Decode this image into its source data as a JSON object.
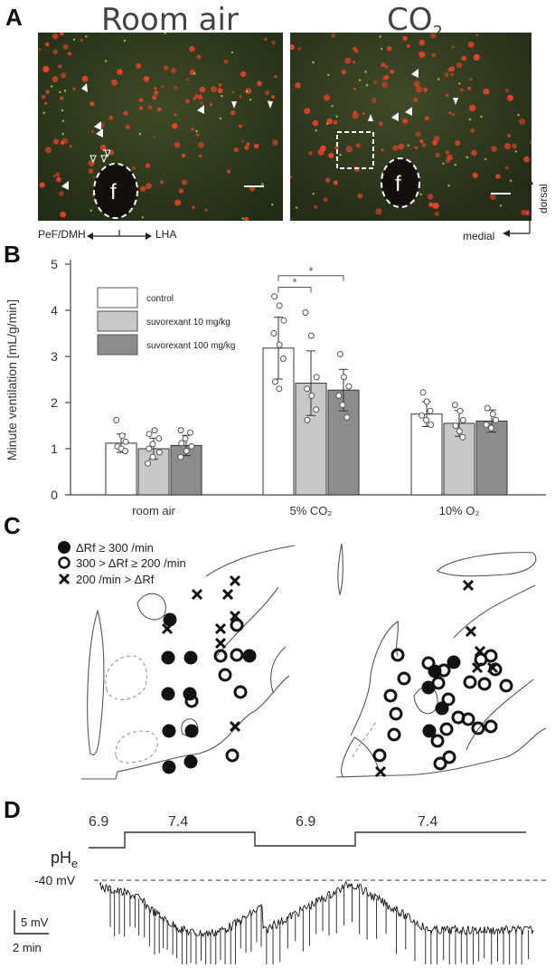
{
  "panels": {
    "a": {
      "letter": "A",
      "left_title": "Room air",
      "right_title_main": "CO",
      "right_title_sub": "2",
      "fornix_label": "f",
      "axis_left": "PeF/DMH",
      "axis_right": "LHA",
      "axis_medial": "medial",
      "axis_dorsal": "dorsal"
    },
    "b": {
      "letter": "B",
      "legend": [
        "control",
        "suvorexant 10 mg/kg",
        "suvorexant 100 mg/kg"
      ]
    },
    "c": {
      "letter": "C",
      "legend": [
        "ΔRf ≥ 300 /min",
        "300 > ΔRf ≥ 200 /min",
        "200 /min > ΔRf"
      ]
    },
    "d": {
      "letter": "D",
      "ph_label_main": "pH",
      "ph_label_sub": "e",
      "ph_values": [
        "6.9",
        "7.4",
        "6.9",
        "7.4"
      ],
      "voltage_label": "-40 mV",
      "scale_v": "5 mV",
      "scale_t": "2 min"
    }
  },
  "colors": {
    "control": "#ffffff",
    "suvorexant_10": "#c8c8c8",
    "suvorexant_100": "#8c8c8c",
    "neuron_red": "#e8412a",
    "tissue_green": "#2f3d1f"
  },
  "chart_data": {
    "type": "bar",
    "ylabel": "Minute ventilation [mL/g/min]",
    "ylim": [
      0,
      5
    ],
    "yticks": [
      "0",
      "1",
      "2",
      "3",
      "4",
      "5"
    ],
    "categories": [
      "room air",
      "5% CO₂",
      "10% O₂"
    ],
    "series": [
      {
        "name": "control",
        "values": [
          1.12,
          3.18,
          1.75
        ],
        "errors": [
          0.2,
          0.67,
          0.27
        ]
      },
      {
        "name": "suvorexant 10 mg/kg",
        "values": [
          1.0,
          2.42,
          1.55
        ],
        "errors": [
          0.23,
          0.7,
          0.28
        ]
      },
      {
        "name": "suvorexant 100 mg/kg",
        "values": [
          1.07,
          2.27,
          1.6
        ],
        "errors": [
          0.22,
          0.45,
          0.24
        ]
      }
    ],
    "points": [
      [
        [
          1.62,
          1.28,
          1.15,
          1.05,
          1.0,
          0.95
        ],
        [
          0.68,
          0.82,
          0.92,
          1.0,
          1.1,
          1.22,
          1.32,
          1.4
        ],
        [
          0.82,
          0.95,
          1.05,
          1.12,
          1.22,
          1.35,
          1.4
        ]
      ],
      [
        [
          4.3,
          4.1,
          3.78,
          3.5,
          3.25,
          2.95,
          2.45,
          2.3
        ],
        [
          3.95,
          3.45,
          2.55,
          2.3,
          2.15,
          1.85,
          1.62
        ],
        [
          3.05,
          2.55,
          2.35,
          2.15,
          1.95,
          1.68
        ]
      ],
      [
        [
          2.22,
          2.02,
          1.82,
          1.72,
          1.62,
          1.52
        ],
        [
          1.95,
          1.82,
          1.62,
          1.5,
          1.38,
          1.25
        ],
        [
          1.88,
          1.75,
          1.62,
          1.52,
          1.45
        ]
      ]
    ],
    "significance": [
      "*",
      "*"
    ],
    "grid": false,
    "legend_position": "top-left"
  }
}
